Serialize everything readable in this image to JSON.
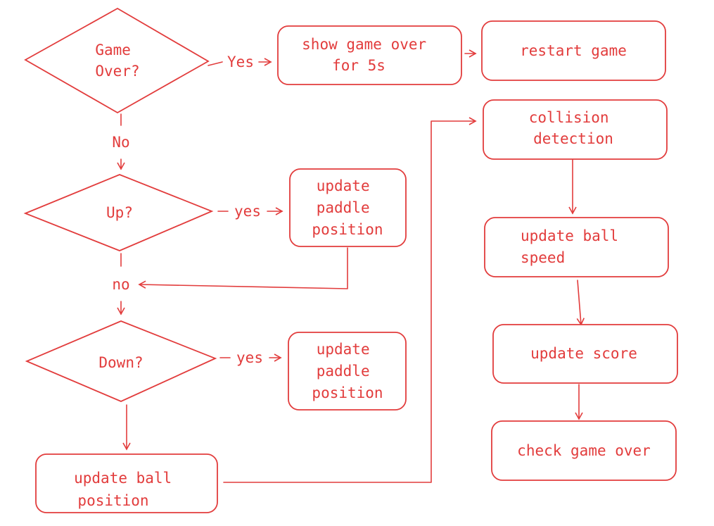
{
  "colors": {
    "stroke": "#e23c3c",
    "text": "#e23c3c",
    "background": "#ffffff"
  },
  "nodes": {
    "game_over_decision": [
      "Game",
      "Over?"
    ],
    "show_game_over": [
      "show game over",
      "for 5s"
    ],
    "restart_game": [
      "restart game"
    ],
    "up_decision": [
      "Up?"
    ],
    "update_paddle_up": [
      "update",
      "paddle",
      "position"
    ],
    "down_decision": [
      "Down?"
    ],
    "update_paddle_down": [
      "update",
      "paddle",
      "position"
    ],
    "update_ball_position": [
      "update ball",
      "position"
    ],
    "collision_detection": [
      "collision",
      "detection"
    ],
    "update_ball_speed": [
      "update ball",
      "speed"
    ],
    "update_score": [
      "update score"
    ],
    "check_game_over": [
      "check game over"
    ]
  },
  "edge_labels": {
    "game_over_yes": "Yes",
    "game_over_no": "No",
    "up_yes": "yes",
    "up_no": "no",
    "down_yes": "yes"
  }
}
